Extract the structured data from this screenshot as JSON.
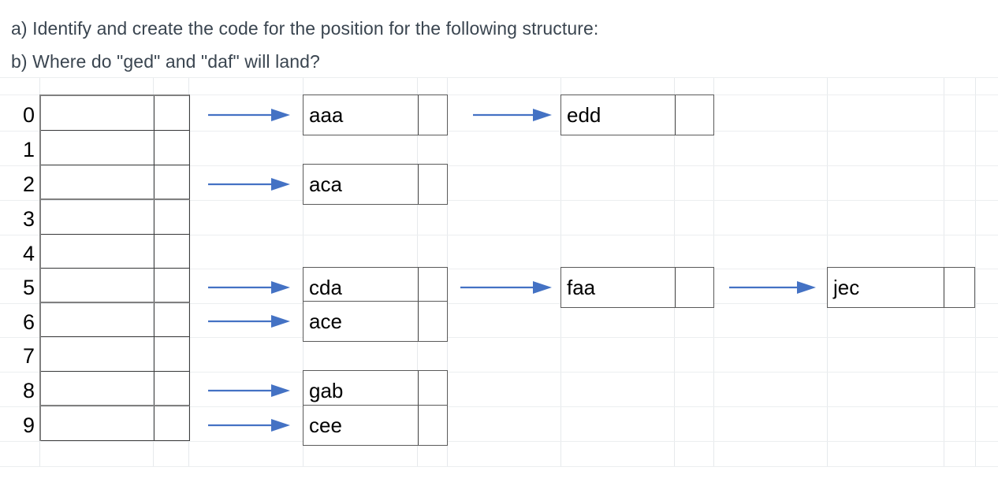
{
  "questions": {
    "a": "a) Identify and create the code for the position for the following structure:",
    "b": "b) Where do \"ged\" and \"daf\" will land?"
  },
  "colors": {
    "arrow": "#4472C4",
    "text": "#000000",
    "question_text": "#3A4550",
    "box_border": "#3D3D3D",
    "box_border_light": "#5A5A5A",
    "grid_line": "#E6E9EC",
    "background": "#FFFFFF"
  },
  "hash_table": {
    "index_labels": [
      "0",
      "1",
      "2",
      "3",
      "4",
      "5",
      "6",
      "7",
      "8",
      "9"
    ],
    "buckets": [
      {
        "index": "0",
        "value": "",
        "pointer": "",
        "has_chain": true
      },
      {
        "index": "1",
        "value": "",
        "pointer": "",
        "has_chain": false
      },
      {
        "index": "2",
        "value": "",
        "pointer": "",
        "has_chain": true
      },
      {
        "index": "3",
        "value": "",
        "pointer": "",
        "has_chain": false
      },
      {
        "index": "4",
        "value": "",
        "pointer": "",
        "has_chain": false
      },
      {
        "index": "5",
        "value": "",
        "pointer": "",
        "has_chain": true
      },
      {
        "index": "6",
        "value": "",
        "pointer": "",
        "has_chain": true
      },
      {
        "index": "7",
        "value": "",
        "pointer": "",
        "has_chain": false
      },
      {
        "index": "8",
        "value": "",
        "pointer": "",
        "has_chain": true
      },
      {
        "index": "9",
        "value": "",
        "pointer": "",
        "has_chain": true
      }
    ]
  },
  "chains": [
    {
      "index": "0",
      "nodes": [
        "aaa",
        "edd"
      ]
    },
    {
      "index": "2",
      "nodes": [
        "aca"
      ]
    },
    {
      "index": "5",
      "nodes": [
        "cda",
        "faa",
        "jec"
      ]
    },
    {
      "index": "6",
      "nodes": [
        "ace"
      ]
    },
    {
      "index": "8",
      "nodes": [
        "gab"
      ]
    },
    {
      "index": "9",
      "nodes": [
        "cee"
      ]
    }
  ],
  "nodes": {
    "aaa": "aaa",
    "edd": "edd",
    "aca": "aca",
    "cda": "cda",
    "faa": "faa",
    "jec": "jec",
    "ace": "ace",
    "gab": "gab",
    "cee": "cee"
  }
}
